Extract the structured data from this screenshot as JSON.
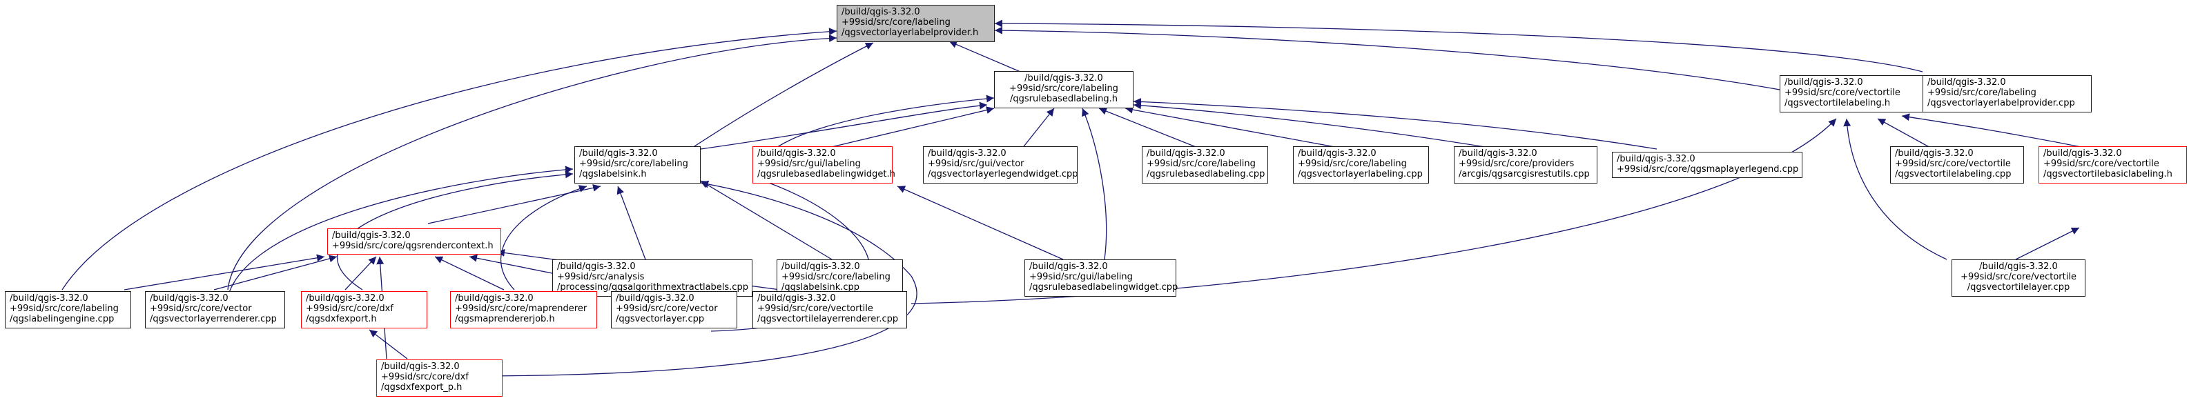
{
  "colors": {
    "edge": "#191970",
    "box_border": "#1a1a1a",
    "box_red": "#ff0000",
    "root_fill": "#bfbfbf"
  },
  "nodes": {
    "root": [
      "/build/qgis-3.32.0",
      "+99sid/src/core/labeling",
      "/qgsvectorlayerlabelprovider.h"
    ],
    "rulebased_h": [
      "/build/qgis-3.32.0",
      "+99sid/src/core/labeling",
      "/qgsrulebasedlabeling.h"
    ],
    "vtlabeling_h": [
      "/build/qgis-3.32.0",
      "+99sid/src/core/vectortile",
      "/qgsvectortilelabeling.h"
    ],
    "provider_cpp": [
      "/build/qgis-3.32.0",
      "+99sid/src/core/labeling",
      "/qgsvectorlayerlabelprovider.cpp"
    ],
    "labelsink_h": [
      "/build/qgis-3.32.0",
      "+99sid/src/core/labeling",
      "/qgslabelsink.h"
    ],
    "rbwidget_h": [
      "/build/qgis-3.32.0",
      "+99sid/src/gui/labeling",
      "/qgsrulebasedlabelingwidget.h"
    ],
    "legendwidget_cpp": [
      "/build/qgis-3.32.0",
      "+99sid/src/gui/vector",
      "/qgsvectorlayerlegendwidget.cpp"
    ],
    "rbl_cpp": [
      "/build/qgis-3.32.0",
      "+99sid/src/core/labeling",
      "/qgsrulebasedlabeling.cpp"
    ],
    "vll_cpp": [
      "/build/qgis-3.32.0",
      "+99sid/src/core/labeling",
      "/qgsvectorlayerlabeling.cpp"
    ],
    "arcgis_cpp": [
      "/build/qgis-3.32.0",
      "+99sid/src/core/providers",
      "/arcgis/qgsarcgisrestutils.cpp"
    ],
    "maplegend_cpp": [
      "/build/qgis-3.32.0",
      "+99sid/src/core/qgsmaplayerlegend.cpp"
    ],
    "vtl_cpp": [
      "/build/qgis-3.32.0",
      "+99sid/src/core/vectortile",
      "/qgsvectortilelabeling.cpp"
    ],
    "vtbasic_h": [
      "/build/qgis-3.32.0",
      "+99sid/src/core/vectortile",
      "/qgsvectortilebasiclabeling.h"
    ],
    "rendercontext_h": [
      "/build/qgis-3.32.0",
      "+99sid/src/core/qgsrendercontext.h"
    ],
    "algextract_cpp": [
      "/build/qgis-3.32.0",
      "+99sid/src/analysis",
      "/processing/qgsalgorithmextractlabels.cpp"
    ],
    "labelsink_cpp": [
      "/build/qgis-3.32.0",
      "+99sid/src/core/labeling",
      "/qgslabelsink.cpp"
    ],
    "rbwidget_cpp": [
      "/build/qgis-3.32.0",
      "+99sid/src/gui/labeling",
      "/qgsrulebasedlabelingwidget.cpp"
    ],
    "vtlayer_cpp": [
      "/build/qgis-3.32.0",
      "+99sid/src/core/vectortile",
      "/qgsvectortilelayer.cpp"
    ],
    "engine_cpp": [
      "/build/qgis-3.32.0",
      "+99sid/src/core/labeling",
      "/qgslabelingengine.cpp"
    ],
    "vlrenderer_cpp": [
      "/build/qgis-3.32.0",
      "+99sid/src/core/vector",
      "/qgsvectorlayerrenderer.cpp"
    ],
    "dxfexport_h": [
      "/build/qgis-3.32.0",
      "+99sid/src/core/dxf",
      "/qgsdxfexport.h"
    ],
    "maprendererjob_h": [
      "/build/qgis-3.32.0",
      "+99sid/src/core/maprenderer",
      "/qgsmaprendererjob.h"
    ],
    "vectorlayer_cpp": [
      "/build/qgis-3.32.0",
      "+99sid/src/core/vector",
      "/qgsvectorlayer.cpp"
    ],
    "vtlrenderer_cpp": [
      "/build/qgis-3.32.0",
      "+99sid/src/core/vectortile",
      "/qgsvectortilelayerrenderer.cpp"
    ],
    "dxfexport_p_h": [
      "/build/qgis-3.32.0",
      "+99sid/src/core/dxf",
      "/qgsdxfexport_p.h"
    ]
  }
}
